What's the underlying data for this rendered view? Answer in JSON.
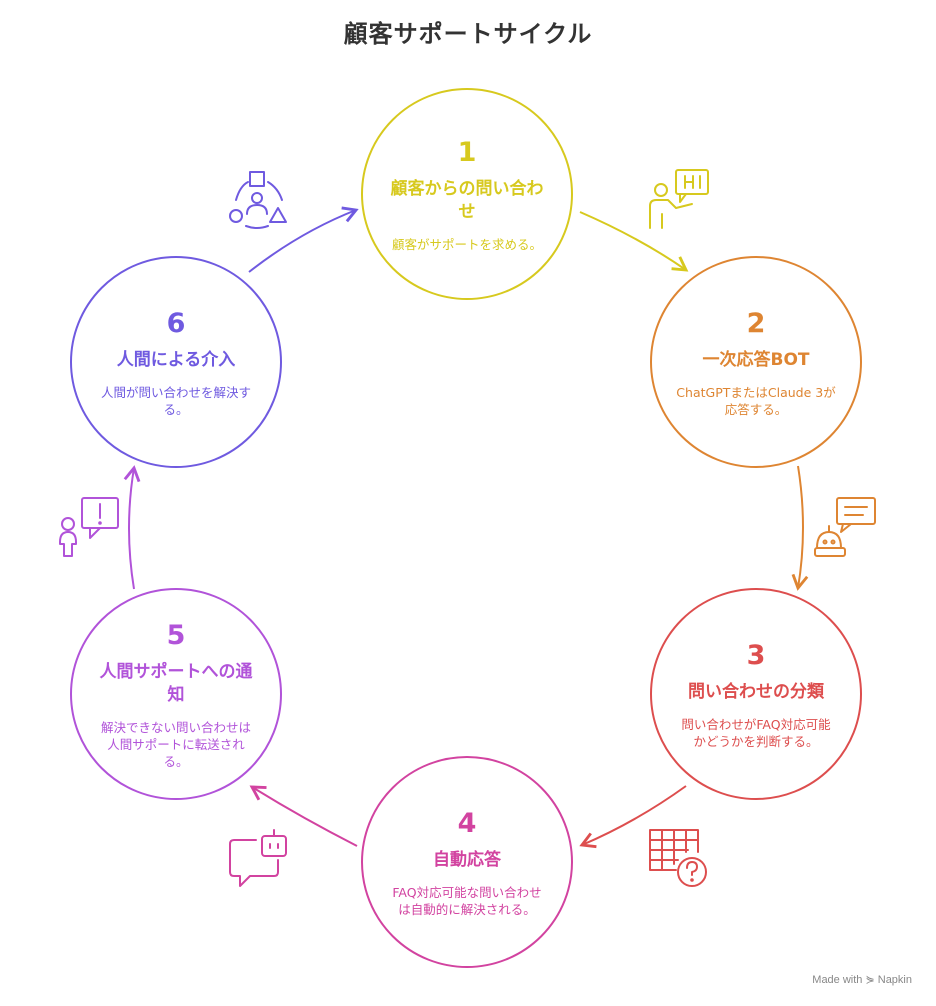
{
  "title": "顧客サポートサイクル",
  "steps": [
    {
      "number": "1",
      "heading": "顧客からの問い合わせ",
      "description": "顧客がサポートを求める。",
      "color": "#D7C91E",
      "icon": "customer-speech-hi-icon"
    },
    {
      "number": "2",
      "heading": "一次応答BOT",
      "description": "ChatGPTまたはClaude 3が応答する。",
      "color": "#DE8532",
      "icon": "chatbot-message-icon"
    },
    {
      "number": "3",
      "heading": "問い合わせの分類",
      "description": "問い合わせがFAQ対応可能かどうかを判断する。",
      "color": "#DD4E4E",
      "icon": "table-question-icon"
    },
    {
      "number": "4",
      "heading": "自動応答",
      "description": "FAQ対応可能な問い合わせは自動的に解決される。",
      "color": "#D243A0",
      "icon": "robot-chat-icon"
    },
    {
      "number": "5",
      "heading": "人間サポートへの通知",
      "description": "解決できない問い合わせは人間サポートに転送される。",
      "color": "#B153D9",
      "icon": "person-alert-icon"
    },
    {
      "number": "6",
      "heading": "人間による介入",
      "description": "人間が問い合わせを解決する。",
      "color": "#6F5AE0",
      "icon": "group-shapes-icon"
    }
  ],
  "footer": "Made with ⋟ Napkin"
}
